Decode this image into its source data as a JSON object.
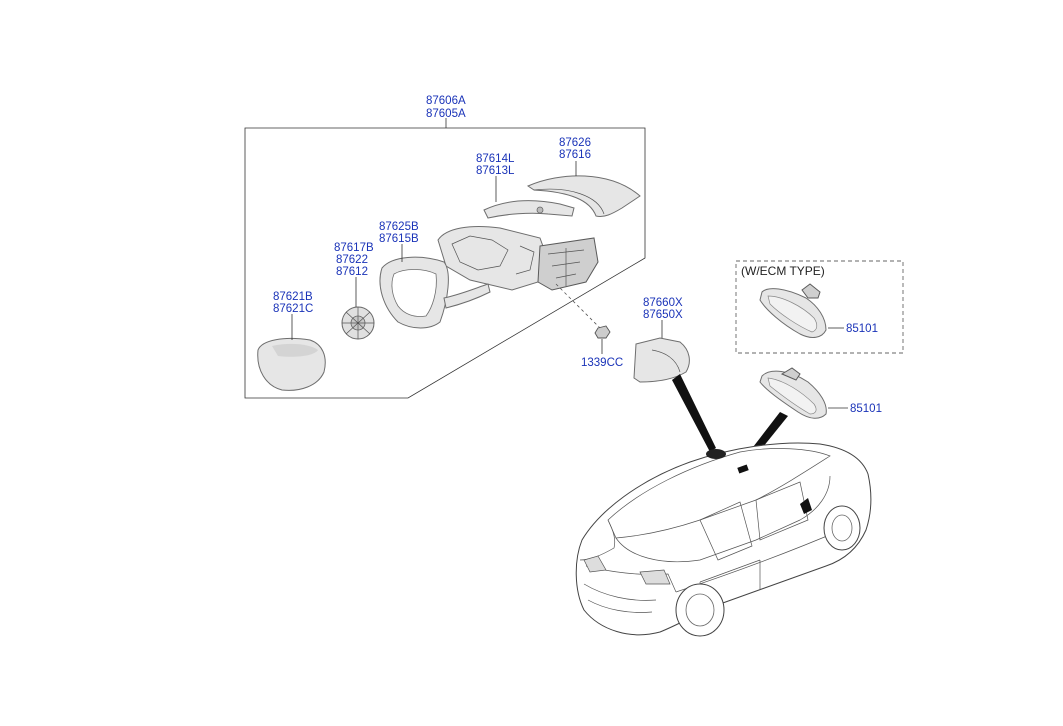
{
  "labels": {
    "assy_a": "87606A",
    "assy_b": "87605A",
    "cover_a": "87626",
    "cover_b": "87616",
    "scalp_a": "87614L",
    "scalp_b": "87613L",
    "housing_a": "87625B",
    "housing_b": "87615B",
    "actuator_a": "87617B",
    "actuator_b": "87622",
    "actuator_c": "87612",
    "glass_a": "87621B",
    "glass_b": "87621C",
    "nut": "1339CC",
    "inner_cover_a": "87660X",
    "inner_cover_b": "87650X",
    "ecm_title": "(W/ECM TYPE)",
    "ecm_mirror": "85101",
    "room_mirror": "85101"
  }
}
